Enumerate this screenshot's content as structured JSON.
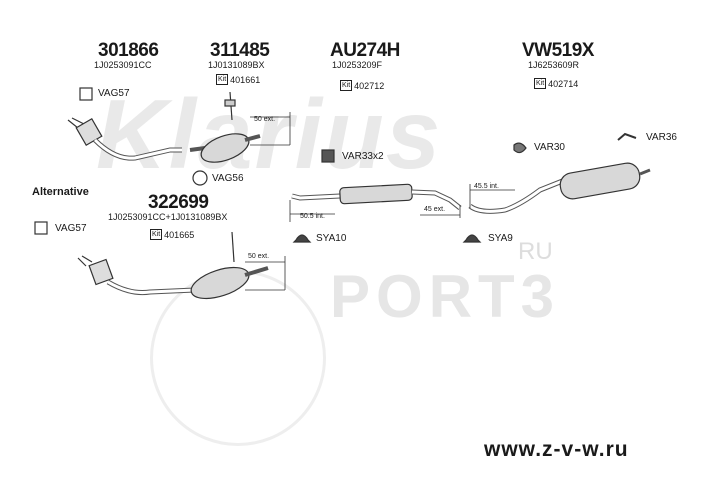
{
  "watermarks": {
    "main": "Klarius",
    "port": "PORT3",
    "ru": "RU"
  },
  "website": "www.z-v-w.ru",
  "alternative_label": "Alternative",
  "parts": [
    {
      "number": "301866",
      "oem": "1J0253091CC"
    },
    {
      "number": "311485",
      "oem": "1J0131089BX",
      "kit": "401661"
    },
    {
      "number": "AU274H",
      "oem": "1J0253209F",
      "kit": "402712"
    },
    {
      "number": "VW519X",
      "oem": "1J6253609R",
      "kit": "402714"
    },
    {
      "number": "322699",
      "oem": "1J0253091CC+1J0131089BX",
      "kit": "401665"
    }
  ],
  "kit_prefix": "Kit",
  "fittings": {
    "vag57_top": "VAG57",
    "vag56": "VAG56",
    "vag57_bottom": "VAG57",
    "var33": "VAR33x2",
    "var30": "VAR30",
    "var36": "VAR36",
    "sya10": "SYA10",
    "sya9": "SYA9"
  },
  "dimensions": {
    "ext50_top": "50 ext.",
    "ext50_5": "50.5 int.",
    "ext45": "45 ext.",
    "int45_5": "45.5 int.",
    "ext50_bottom": "50 ext."
  }
}
